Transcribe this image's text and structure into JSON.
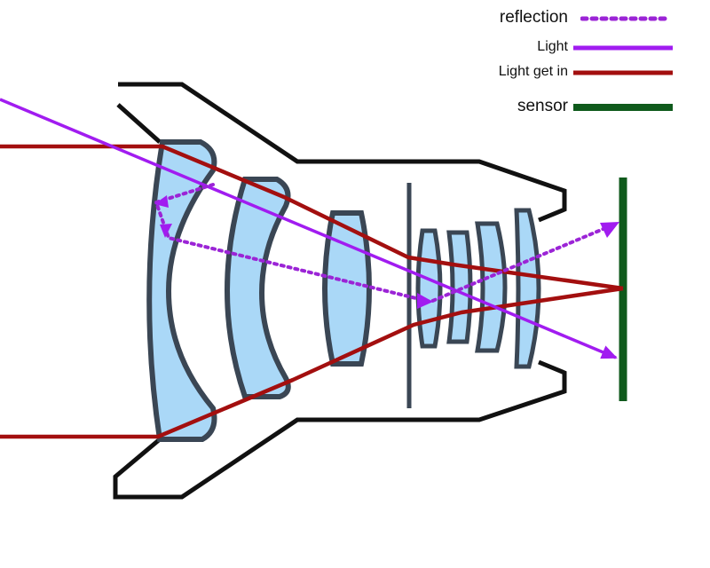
{
  "legend": {
    "reflection": {
      "label": "reflection",
      "color": "#9b24d6",
      "style": "dotted"
    },
    "light": {
      "label": "Light",
      "color": "#a11cf0",
      "style": "solid"
    },
    "light_get_in": {
      "label": "Light get in",
      "color": "#a30f0f",
      "style": "solid"
    },
    "sensor": {
      "label": "sensor",
      "color": "#0f5a1c",
      "style": "solid"
    }
  },
  "colors": {
    "lens_fill": "#aad8f7",
    "lens_stroke": "#3a4654",
    "barrel_stroke": "#111111"
  },
  "icons": [
    "lens-barrel",
    "lens-element",
    "aperture-stop",
    "sensor-plane"
  ]
}
